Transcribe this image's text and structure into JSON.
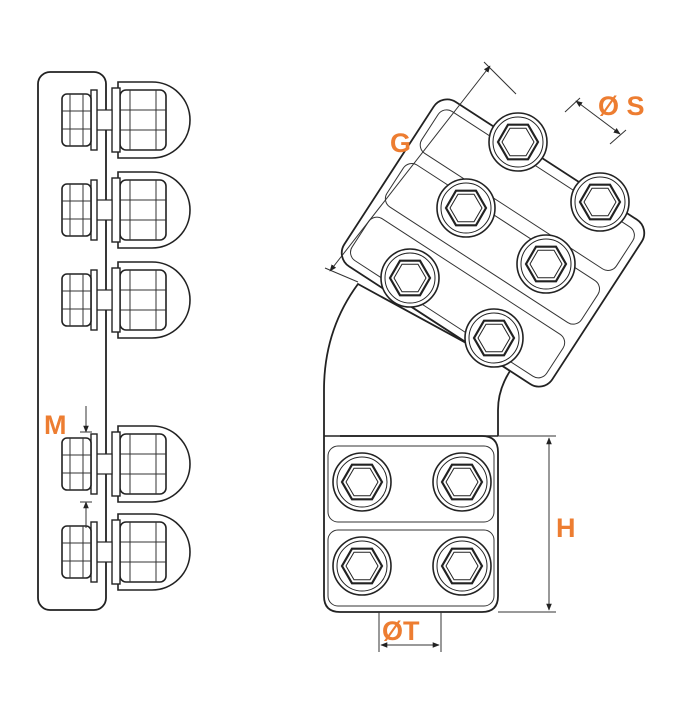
{
  "labels": {
    "G": "G",
    "S": "Ø S",
    "M": "M",
    "H": "H",
    "T": "ØT"
  },
  "colors": {
    "label": "#ED7D31",
    "line": "#222222",
    "background": "#FFFFFF"
  }
}
